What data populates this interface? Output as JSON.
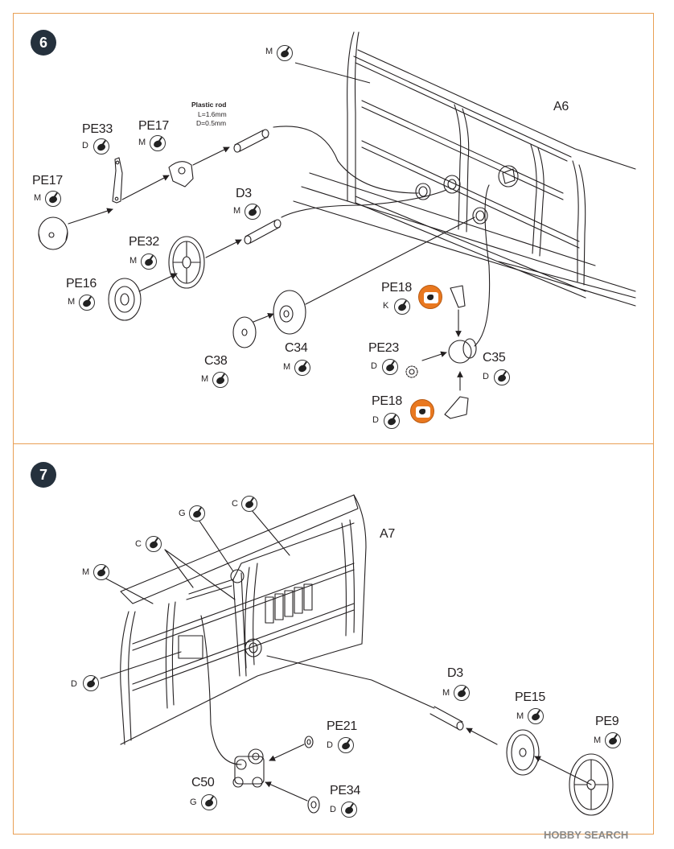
{
  "step6": {
    "number": "6",
    "part_A6": "A6",
    "plastic_rod_title": "Plastic rod",
    "plastic_rod_length": "L=1.6mm",
    "plastic_rod_diameter": "D=0.5mm",
    "labels": {
      "M_top": {
        "part": "",
        "color": "M"
      },
      "PE33": {
        "part": "PE33",
        "color": "D"
      },
      "PE17a": {
        "part": "PE17",
        "color": "M"
      },
      "PE17b": {
        "part": "PE17",
        "color": "M"
      },
      "D3": {
        "part": "D3",
        "color": "M"
      },
      "PE32": {
        "part": "PE32",
        "color": "M"
      },
      "PE16": {
        "part": "PE16",
        "color": "M"
      },
      "PE18a": {
        "part": "PE18",
        "color": "K"
      },
      "PE23": {
        "part": "PE23",
        "color": "D"
      },
      "C35": {
        "part": "C35",
        "color": "D"
      },
      "C38": {
        "part": "C38",
        "color": "M"
      },
      "C34": {
        "part": "C34",
        "color": "M"
      },
      "PE18b": {
        "part": "PE18",
        "color": "D"
      }
    }
  },
  "step7": {
    "number": "7",
    "part_A7": "A7",
    "labels": {
      "G_top": {
        "part": "",
        "color": "G"
      },
      "C_top": {
        "part": "",
        "color": "C"
      },
      "C_mid": {
        "part": "",
        "color": "C"
      },
      "M_left": {
        "part": "",
        "color": "M"
      },
      "D_left": {
        "part": "",
        "color": "D"
      },
      "D3": {
        "part": "D3",
        "color": "M"
      },
      "PE15": {
        "part": "PE15",
        "color": "M"
      },
      "PE9": {
        "part": "PE9",
        "color": "M"
      },
      "PE21": {
        "part": "PE21",
        "color": "D"
      },
      "C50": {
        "part": "C50",
        "color": "G"
      },
      "PE34": {
        "part": "PE34",
        "color": "D"
      }
    }
  },
  "watermark": "HOBBY SEARCH"
}
